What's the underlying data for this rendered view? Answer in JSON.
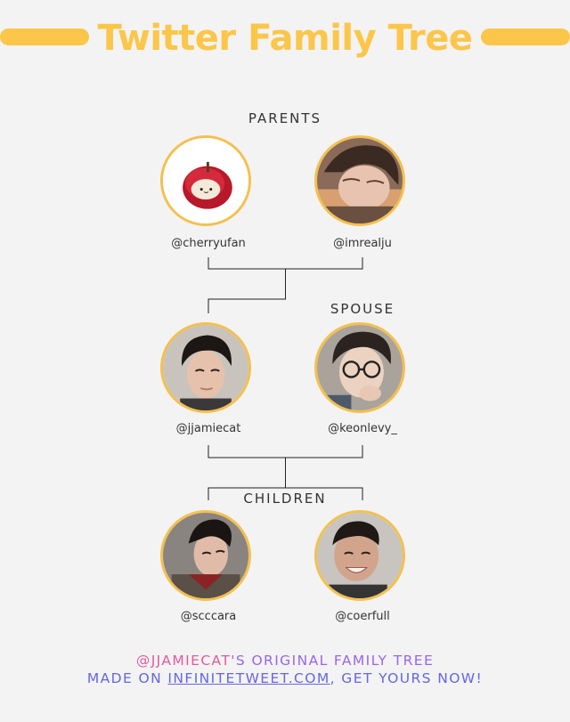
{
  "header": {
    "title": "Twitter Family Tree"
  },
  "sections": {
    "parents": "PARENTS",
    "spouse": "SPOUSE",
    "children": "CHILDREN"
  },
  "members": {
    "parent_1": "@cherryufan",
    "parent_2": "@imrealju",
    "self": "@jjamiecat",
    "spouse": "@keonlevy_",
    "child_1": "@scccara",
    "child_2": "@coerfull"
  },
  "footer": {
    "owner": "@JJAMIECAT",
    "line1_rest": "'S ORIGINAL FAMILY TREE",
    "made_on": "MADE ON ",
    "site": "INFINITETWEET.COM",
    "cta": ", GET YOURS NOW!"
  },
  "colors": {
    "accent": "#fbc64a",
    "avatar_border": "#f4c04e",
    "footer_pink": "#e25a9e",
    "footer_violet": "#9a66e8",
    "footer_indigo": "#6666e0"
  }
}
